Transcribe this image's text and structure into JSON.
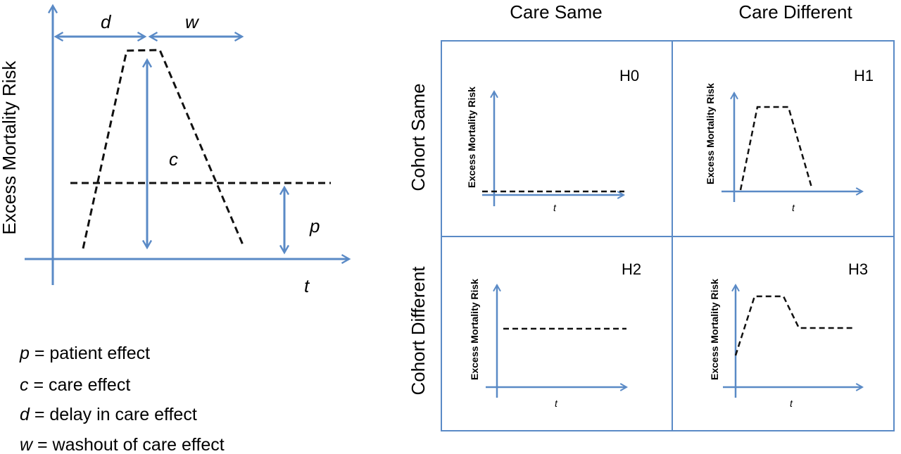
{
  "left_diagram": {
    "y_label": "Excess Mortality Risk",
    "x_label": "t",
    "d_label": "d",
    "w_label": "w",
    "c_label": "c",
    "p_label": "p"
  },
  "legend": [
    {
      "symbol": "p",
      "text": " = patient effect"
    },
    {
      "symbol": "c",
      "text": " = care effect"
    },
    {
      "symbol": "d",
      "text": " = delay in care effect"
    },
    {
      "symbol": "w",
      "text": " = washout of care effect"
    }
  ],
  "grid": {
    "col_headers": [
      "Care Same",
      "Care Different"
    ],
    "row_headers": [
      "Cohort Same",
      "Cohort Different"
    ],
    "panels": [
      {
        "id": "H0",
        "y_label": "Excess Mortality Risk",
        "x_label": "t"
      },
      {
        "id": "H1",
        "y_label": "Excess Mortality Risk",
        "x_label": "t"
      },
      {
        "id": "H2",
        "y_label": "Excess Mortality Risk",
        "x_label": "t"
      },
      {
        "id": "H3",
        "y_label": "Excess Mortality Risk",
        "x_label": "t"
      }
    ]
  },
  "colors": {
    "axis": "#5a8ac6",
    "curve": "#111111",
    "border": "#5a8ac6"
  }
}
